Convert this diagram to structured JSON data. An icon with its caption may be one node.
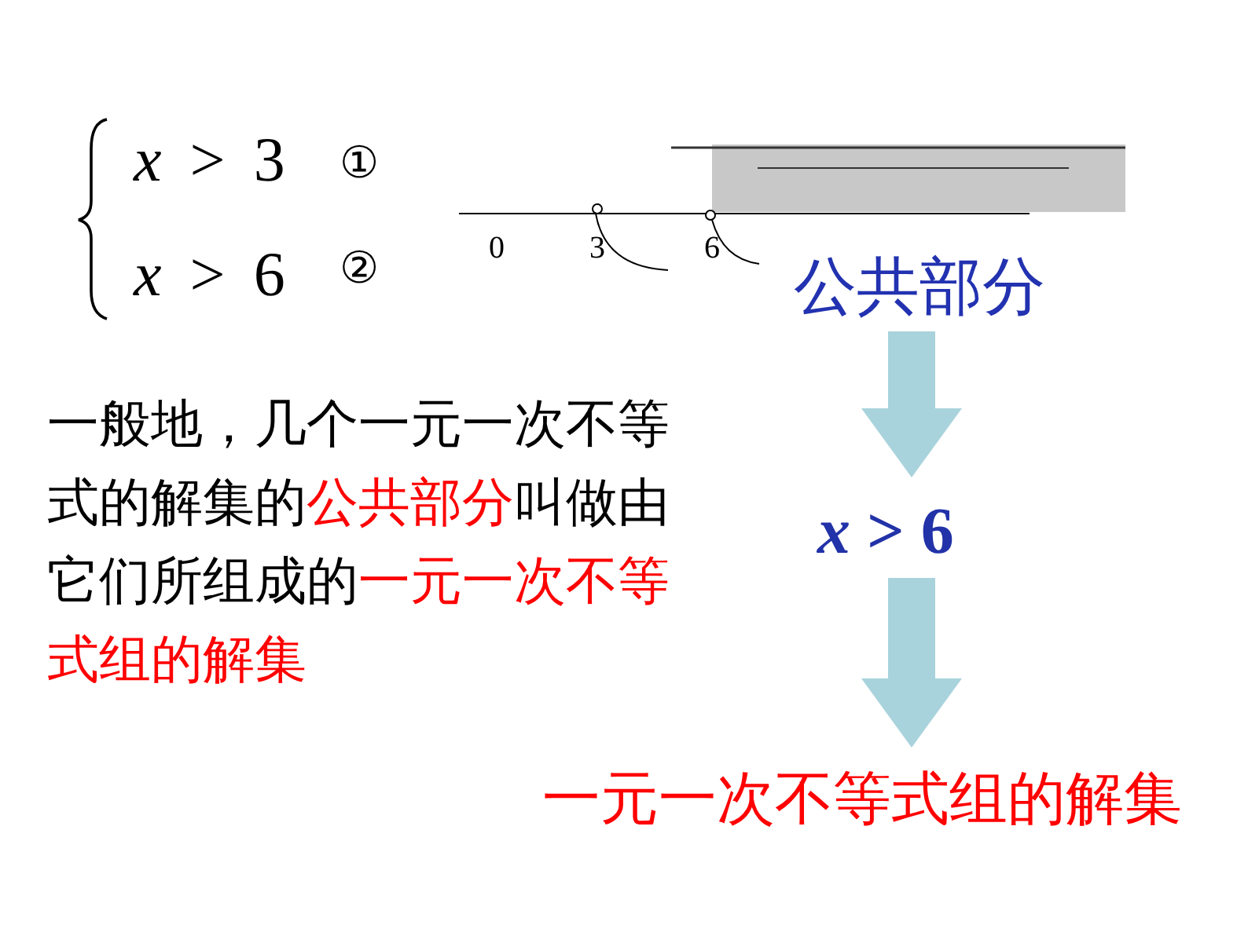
{
  "diagram": {
    "nodes": [
      {
        "text": [
          "公共部分"
        ]
      },
      {
        "text": [
          "*x* > 6"
        ]
      },
      {
        "text": [
          "一元一次不等式组的解集"
        ]
      }
    ],
    "edges": [
      {
        "from": 0,
        "to": 1,
        "arrow": "to"
      },
      {
        "from": 1,
        "to": 2,
        "arrow": "to"
      }
    ],
    "labels": [
      "*x* > 3",
      "①",
      "*x* > 6",
      "②",
      "0",
      "3",
      "6",
      "一般地，几个一元一次不等式的解集的**公共部分**叫做由它们所组成的**一元一次不等式组的解集**"
    ]
  }
}
